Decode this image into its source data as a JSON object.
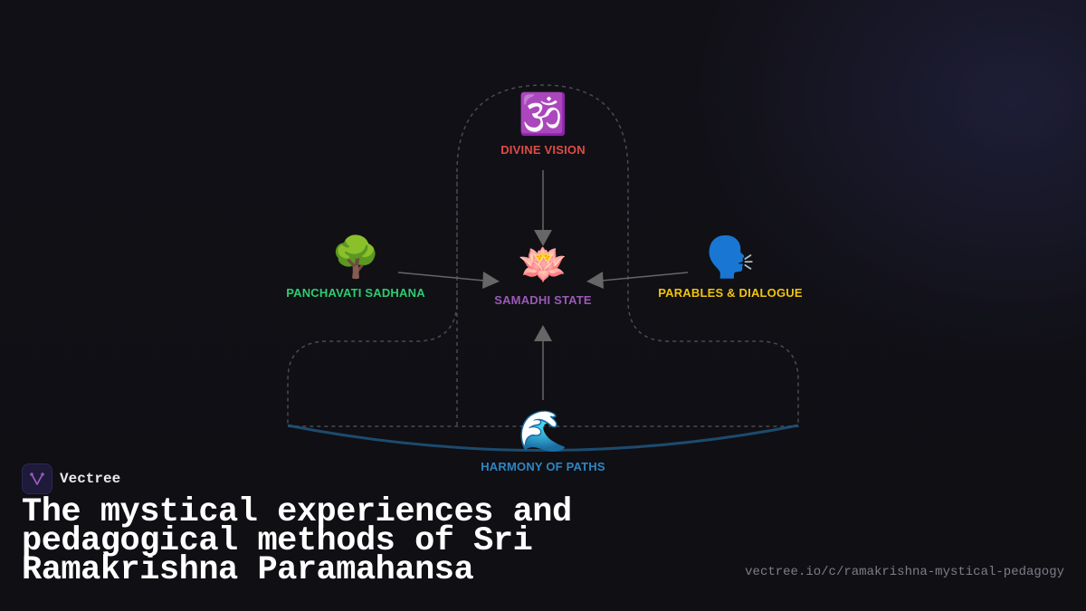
{
  "diagram": {
    "nodes": {
      "divine_vision": {
        "icon": "om-symbol",
        "glyph": "🕉️",
        "label": "DIVINE VISION",
        "color": "#e04b43"
      },
      "samadhi_state": {
        "icon": "lotus",
        "glyph": "🪷",
        "label": "SAMADHI STATE",
        "color": "#9b59b6"
      },
      "panchavati_sadhana": {
        "icon": "tree",
        "glyph": "🌳",
        "label": "PANCHAVATI SADHANA",
        "color": "#2ecc71"
      },
      "parables_dialogue": {
        "icon": "speaking-head",
        "glyph": "🗣️",
        "label": "PARABLES & DIALOGUE",
        "color": "#f1c40f"
      },
      "harmony_of_paths": {
        "icon": "water-wave",
        "glyph": "🌊",
        "label": "HARMONY OF PATHS",
        "color": "#2e86c1"
      }
    },
    "edges": [
      {
        "from": "divine_vision",
        "to": "samadhi_state"
      },
      {
        "from": "panchavati_sadhana",
        "to": "samadhi_state"
      },
      {
        "from": "parables_dialogue",
        "to": "samadhi_state"
      },
      {
        "from": "harmony_of_paths",
        "to": "samadhi_state"
      }
    ]
  },
  "brand": {
    "name": "Vectree",
    "accent": "#9b59b6"
  },
  "title": "The mystical experiences and pedagogical methods of Sri Ramakrishna Paramahansa",
  "url": "vectree.io/c/ramakrishna-mystical-pedagogy"
}
